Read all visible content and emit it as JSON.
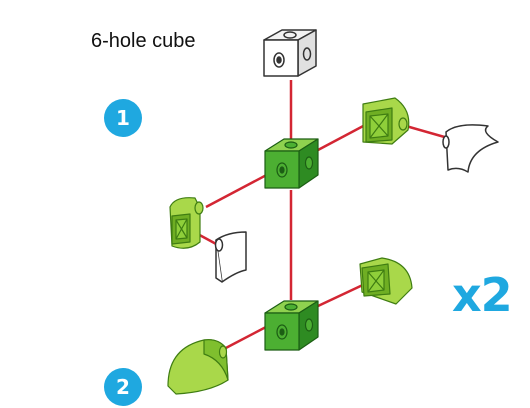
{
  "cube_label": "6-hole cube",
  "steps": [
    "1",
    "2"
  ],
  "multiplier": "x2",
  "colors": {
    "accent_blue": "#1fa8e0",
    "cube_green_front": "#4caf32",
    "cube_green_top": "#8fd14f",
    "cube_green_side": "#2e8b22",
    "light_green": "#a9d84a",
    "connector_red": "#d32633"
  }
}
